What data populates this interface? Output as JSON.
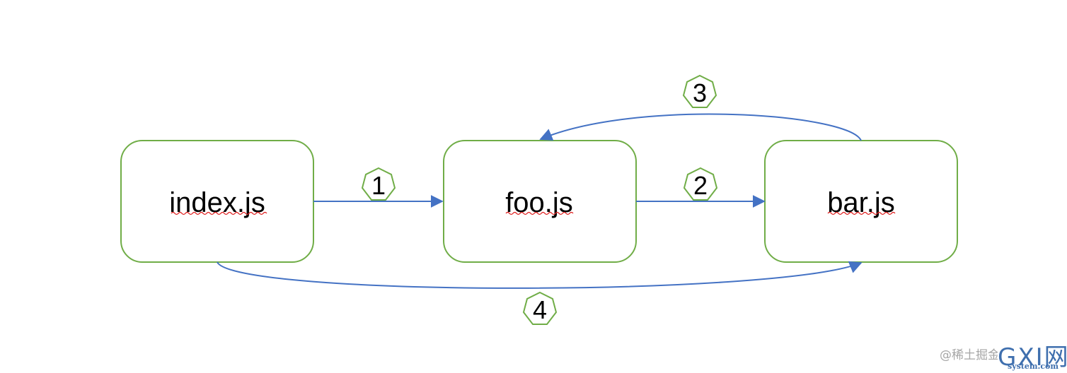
{
  "nodes": [
    {
      "id": "index",
      "label": "index.js"
    },
    {
      "id": "foo",
      "label": "foo.js"
    },
    {
      "id": "bar",
      "label": "bar.js"
    }
  ],
  "edges": [
    {
      "from": "index",
      "to": "foo",
      "step": "1"
    },
    {
      "from": "foo",
      "to": "bar",
      "step": "2"
    },
    {
      "from": "bar",
      "to": "foo",
      "step": "3"
    },
    {
      "from": "index",
      "to": "bar",
      "step": "4"
    }
  ],
  "colors": {
    "box_stroke": "#70ad47",
    "arrow": "#4472c4",
    "spellcheck": "#e02020",
    "badge_stroke": "#70ad47"
  },
  "watermarks": {
    "juejin": "@稀土掘金",
    "gxi_main": "GXI网",
    "gxi_sub": "system.com"
  }
}
